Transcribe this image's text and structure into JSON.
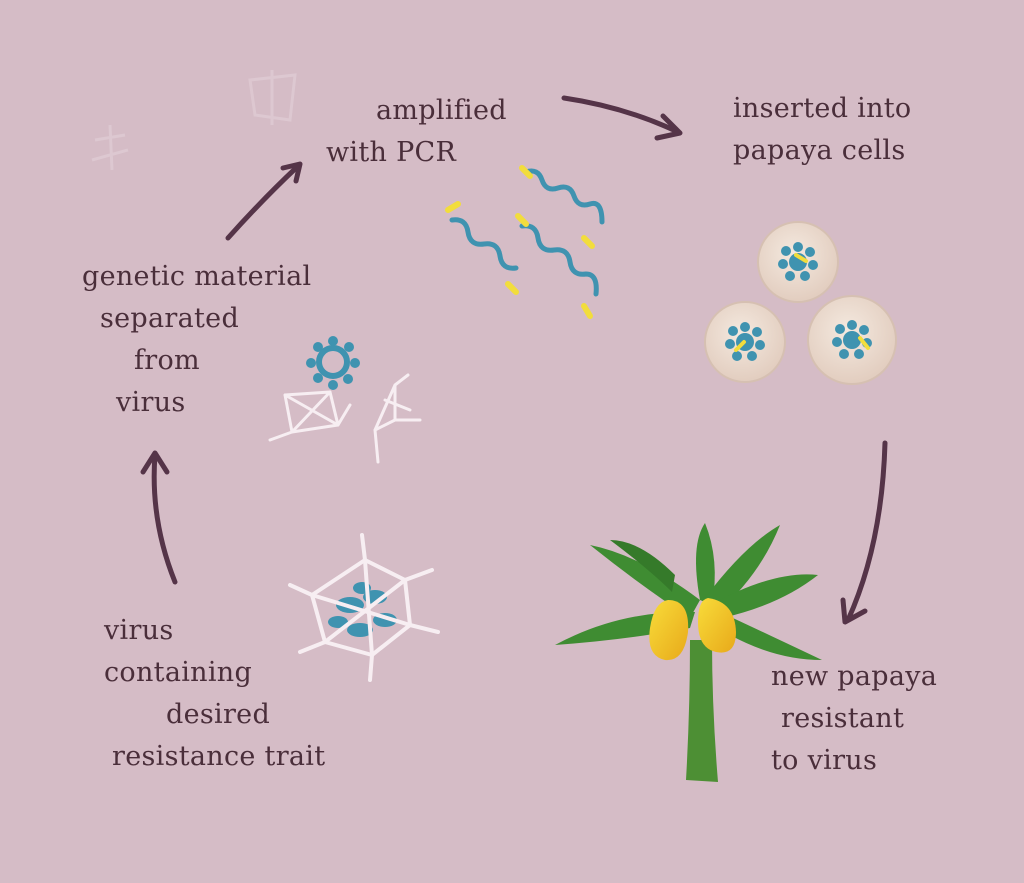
{
  "colors": {
    "background": "#d5bcc6",
    "text": "#4a2e3a",
    "arrow": "#553448",
    "dna": "#3f93b0",
    "dna_tip": "#f2dd3c",
    "capsid": "#f7eef2",
    "cell": "#e8d6c8",
    "leaf": "#3f8c32",
    "trunk": "#4d8f34",
    "fruit": "#f4cd22"
  },
  "steps": {
    "amplified": {
      "line1": "amplified",
      "line2": "with PCR"
    },
    "inserted": {
      "line1": "inserted into",
      "line2": "papaya cells"
    },
    "separated": {
      "line1": "genetic material",
      "line2": "separated",
      "line3": "from",
      "line4": "virus"
    },
    "virus": {
      "line1": "virus",
      "line2": "containing",
      "line3": "desired",
      "line4": "resistance trait"
    },
    "papaya": {
      "line1": "new papaya",
      "line2": "resistant",
      "line3": "to virus"
    }
  },
  "icons": {
    "virus": "virus-capsid-icon",
    "separated": "split-capsid-icon",
    "dna": "dna-strand-icon",
    "cells": "papaya-cell-icon",
    "plant": "papaya-plant-icon"
  }
}
